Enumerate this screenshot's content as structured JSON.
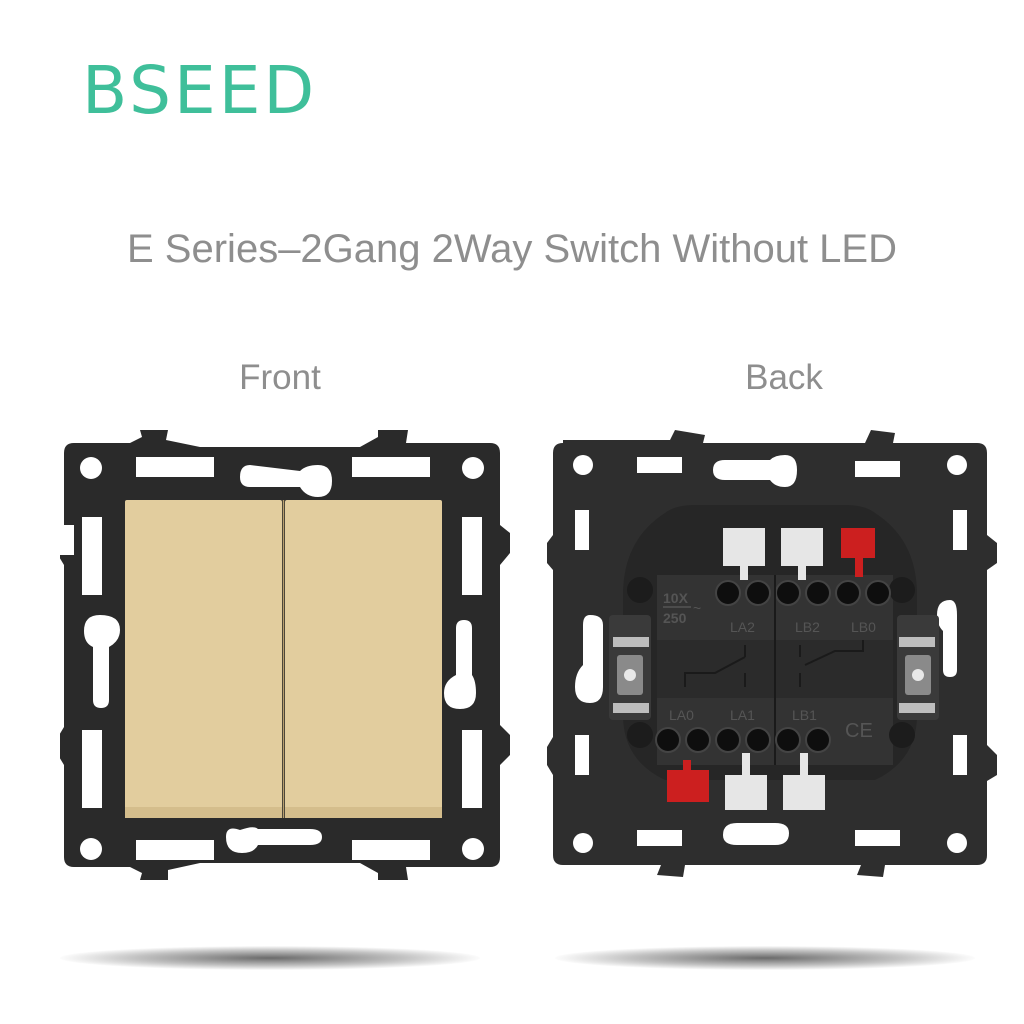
{
  "brand": {
    "logo_text": "BSEED",
    "color": "#3fbf9a"
  },
  "product": {
    "title": "E Series–2Gang 2Way Switch Without LED",
    "text_color": "#8e8e8e"
  },
  "views": [
    {
      "label": "Front",
      "rocker_color": "#e2cd9e",
      "frame_color": "#2a2a2a"
    },
    {
      "label": "Back",
      "frame_color": "#2e2e2e",
      "rating": {
        "current": "10X",
        "voltage": "250",
        "ac_symbol": "~"
      },
      "terminals_top": [
        "LA2",
        "LB2",
        "LB0"
      ],
      "terminals_bottom": [
        "LA0",
        "LA1",
        "LB1"
      ],
      "certification": "CE",
      "clip_colors": {
        "white": "#e6e6e6",
        "red": "#cc1f1f"
      }
    }
  ]
}
